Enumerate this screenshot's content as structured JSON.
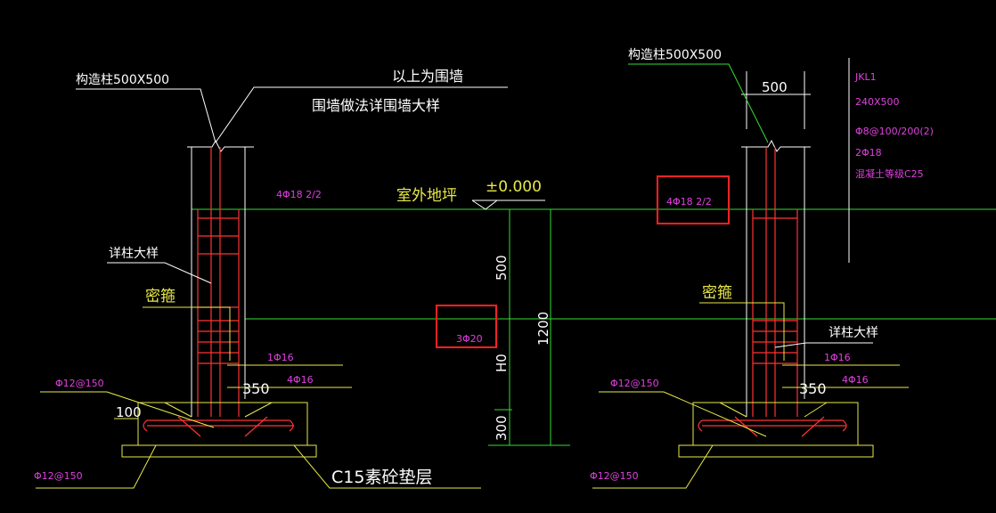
{
  "colors": {
    "background": "#000000",
    "column_lines": "#ffffff",
    "rebar": "#ff3333",
    "ground_line": "#33dd33",
    "annotation_text_white": "#ffffff",
    "annotation_text_yellow": "#e8e84a",
    "rebar_labels": "#e040e0",
    "footing_outline": "#e8e84a",
    "highlight_box": "#ff2222"
  },
  "left_detail": {
    "column_label": "构造柱500X500",
    "wall_note_above": "以上为围墙",
    "wall_note_detail": "围墙做法详围墙大样",
    "rebar_top": "4Φ18 2/2",
    "ground_label": "室外地坪",
    "elevation": "±0.000",
    "detail_ref": "详柱大样",
    "stirrup_label": "密箍",
    "bar_1": "1Φ16",
    "bar_4": "4Φ16",
    "slab_bar_top": "Φ12@150",
    "slab_bar_bottom": "Φ12@150",
    "dim_350": "350",
    "dim_100": "100",
    "bedding": "C15素砼垫层"
  },
  "center_dims": {
    "highlight_label": "3Φ20",
    "dim_500": "500",
    "dim_1200": "1200",
    "dim_h0": "H0",
    "dim_300": "300"
  },
  "right_detail": {
    "column_label": "构造柱500X500",
    "dim_500": "500",
    "rebar_top": "4Φ18 2/2",
    "stirrup_label": "密箍",
    "detail_ref": "详柱大样",
    "bar_1": "1Φ16",
    "bar_4": "4Φ16",
    "slab_bar_top": "Φ12@150",
    "slab_bar_bottom": "Φ12@150",
    "dim_350": "350"
  },
  "beam_schedule": {
    "name": "JKL1",
    "size": "240X500",
    "stirrups": "Φ8@100/200(2)",
    "main_bars": "2Φ18",
    "concrete": "混凝土等级C25"
  }
}
